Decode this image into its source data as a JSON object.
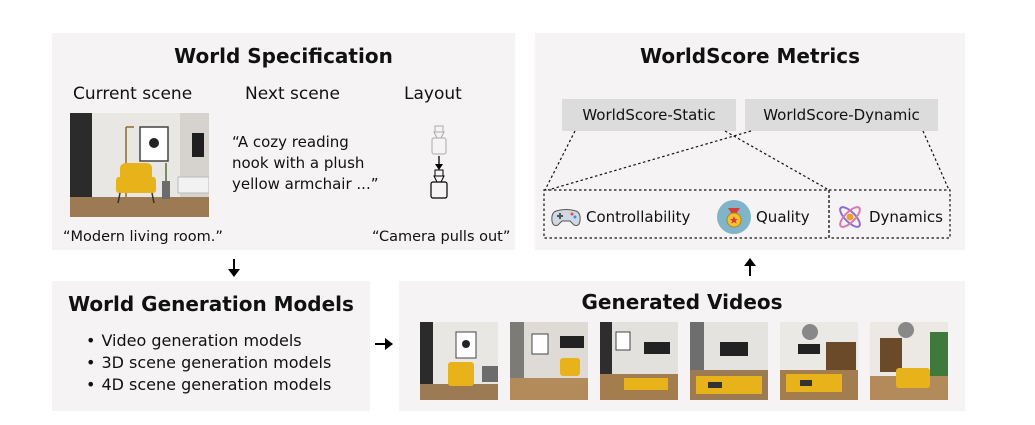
{
  "world_spec": {
    "title": "World Specification",
    "current_scene_label": "Current scene",
    "next_scene_label": "Next scene",
    "layout_label": "Layout",
    "next_scene_prompt_lines": [
      "“A cozy reading",
      "nook with a plush",
      "yellow armchair ...”"
    ],
    "current_scene_caption": "“Modern living room.”",
    "layout_caption": "“Camera pulls out”"
  },
  "metrics": {
    "title": "WorldScore Metrics",
    "static_label": "WorldScore-Static",
    "dynamic_label": "WorldScore-Dynamic",
    "items": [
      {
        "label": "Controllability",
        "icon": "gamepad-icon"
      },
      {
        "label": "Quality",
        "icon": "medal-icon"
      },
      {
        "label": "Dynamics",
        "icon": "atom-icon"
      }
    ]
  },
  "models": {
    "title": "World Generation Models",
    "items": [
      "Video generation models",
      "3D scene generation models",
      "4D scene generation models"
    ]
  },
  "videos": {
    "title": "Generated Videos",
    "frame_count": 6
  },
  "colors": {
    "panel_bg": "#f5f3f3",
    "tag_bg": "#dcdcdc",
    "armchair_yellow": "#e8b21a"
  }
}
